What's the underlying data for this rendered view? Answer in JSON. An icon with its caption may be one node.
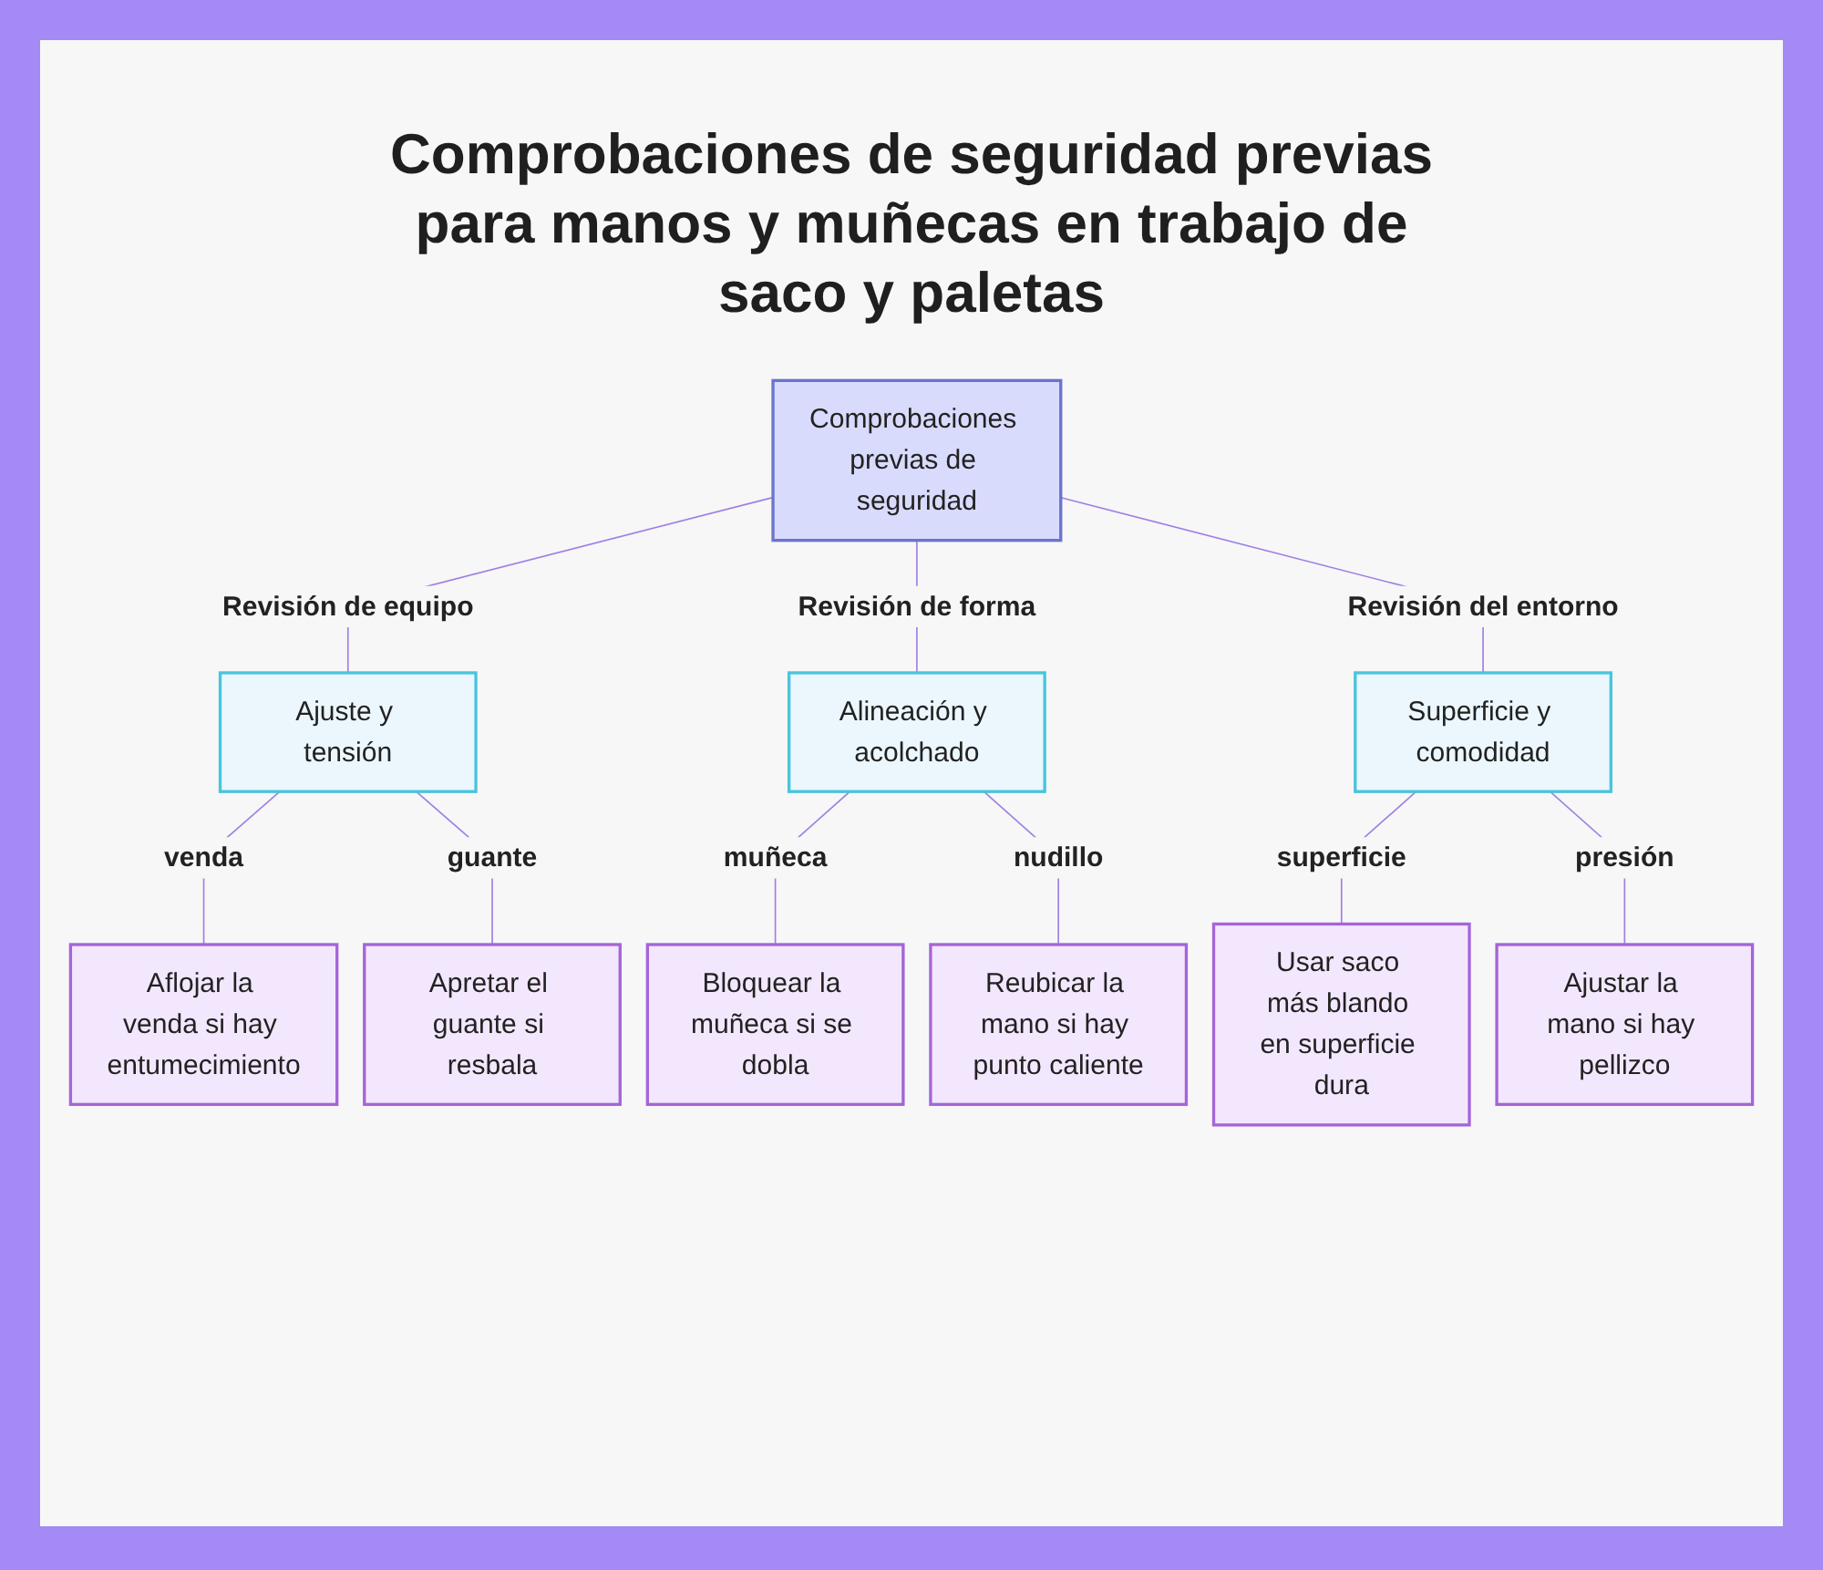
{
  "diagram": {
    "title": "Comprobaciones de seguridad previas para manos y muñecas en trabajo de saco y paletas",
    "nodes": [
      {
        "text": [
          "Comprobaciones previas de seguridad"
        ]
      },
      {
        "text": [
          "Ajuste y tensión"
        ]
      },
      {
        "text": [
          "Alineación y acolchado"
        ]
      },
      {
        "text": [
          "Superficie y comodidad"
        ]
      },
      {
        "text": [
          "Aflojar la venda si hay entumecimiento"
        ]
      },
      {
        "text": [
          "Apretar el guante si resbala"
        ]
      },
      {
        "text": [
          "Bloquear la muñeca si se dobla"
        ]
      },
      {
        "text": [
          "Reubicar la mano si hay punto caliente"
        ]
      },
      {
        "text": [
          "Usar saco más blando en superficie dura"
        ]
      },
      {
        "text": [
          "Ajustar la mano si hay pellizco"
        ]
      }
    ],
    "edges": [
      {
        "from": 0,
        "to": 1,
        "arrow": "none",
        "label": "Revisión de equipo"
      },
      {
        "from": 0,
        "to": 2,
        "arrow": "none",
        "label": "Revisión de forma"
      },
      {
        "from": 0,
        "to": 3,
        "arrow": "none",
        "label": "Revisión del entorno"
      },
      {
        "from": 1,
        "to": 4,
        "arrow": "none",
        "label": "venda"
      },
      {
        "from": 1,
        "to": 5,
        "arrow": "none",
        "label": "guante"
      },
      {
        "from": 2,
        "to": 6,
        "arrow": "none",
        "label": "muñeca"
      },
      {
        "from": 2,
        "to": 7,
        "arrow": "none",
        "label": "nudillo"
      },
      {
        "from": 3,
        "to": 8,
        "arrow": "none",
        "label": "superficie"
      },
      {
        "from": 3,
        "to": 9,
        "arrow": "none",
        "label": "presión"
      }
    ]
  }
}
